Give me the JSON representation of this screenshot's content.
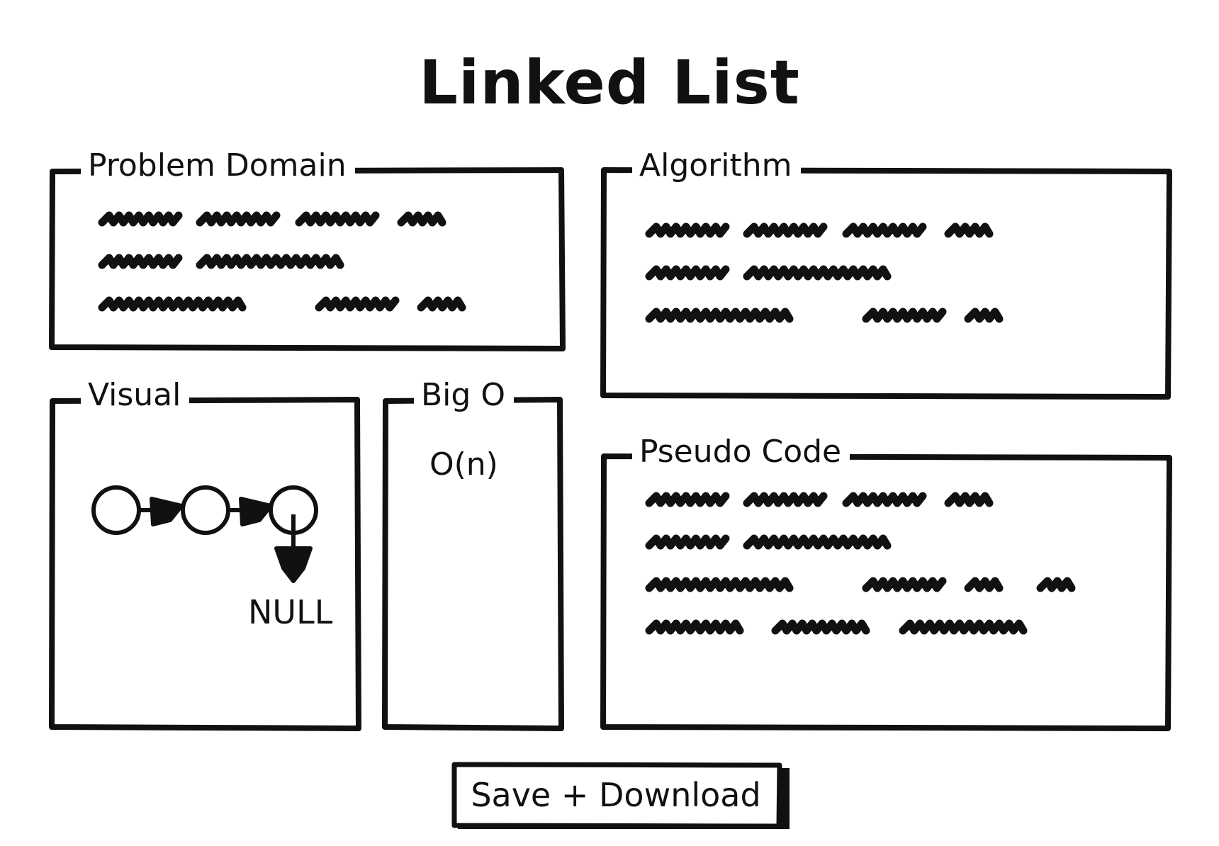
{
  "page": {
    "title": "Linked List"
  },
  "panels": {
    "problem_domain": {
      "legend": "Problem Domain"
    },
    "algorithm": {
      "legend": "Algorithm"
    },
    "visual": {
      "legend": "Visual",
      "null_label": "NULL"
    },
    "big_o": {
      "legend": "Big O",
      "value": "O(n)"
    },
    "pseudo_code": {
      "legend": "Pseudo Code"
    }
  },
  "actions": {
    "save_download_label": "Save + Download"
  },
  "colors": {
    "ink": "#111111",
    "background": "#ffffff"
  }
}
